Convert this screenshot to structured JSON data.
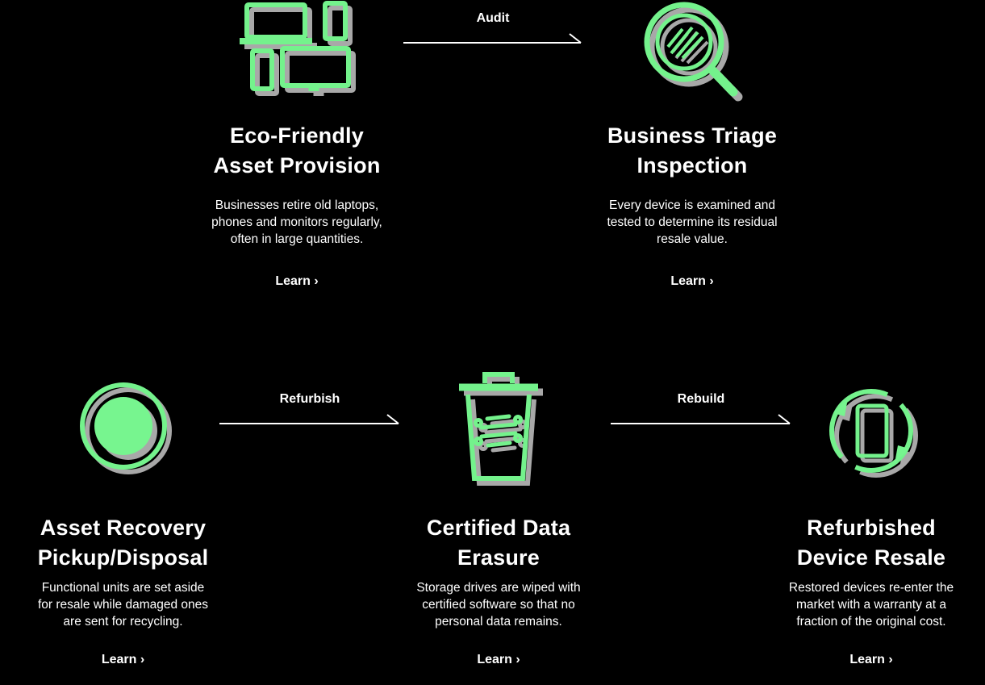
{
  "diagram": {
    "colors": {
      "background": "#000000",
      "icon_green": "#74F28C",
      "icon_fill_green": "#77F58F",
      "icon_shadow_gray": "#C6C6C6",
      "text": "#FFFFFF"
    },
    "nodes": [
      {
        "id": "asset-provision",
        "icon": "devices-icon",
        "title_line1": "Eco-Friendly",
        "title_line2": "Asset Provision",
        "body_line1": "Businesses retire old laptops,",
        "body_line2": "phones and monitors regularly,",
        "body_line3": "often in large quantities.",
        "link_label": "Learn ›"
      },
      {
        "id": "triage-inspection",
        "icon": "magnifier-icon",
        "title_line1": "Business Triage",
        "title_line2": "Inspection",
        "body_line1": "Every device is examined and",
        "body_line2": "tested to determine its residual",
        "body_line3": "resale value.",
        "link_label": "Learn ›"
      },
      {
        "id": "asset-recovery",
        "icon": "dot-icon",
        "title_line1": "Asset Recovery",
        "title_line2": "Pickup/Disposal",
        "body_line1": "Functional units are set aside",
        "body_line2": "for resale while damaged ones",
        "body_line3": "are sent for recycling.",
        "link_label": "Learn ›"
      },
      {
        "id": "data-erasure",
        "icon": "trash-icon",
        "title_line1": "Certified Data",
        "title_line2": "Erasure",
        "body_line1": "Storage drives are wiped with",
        "body_line2": "certified software so that no",
        "body_line3": "personal data remains.",
        "link_label": "Learn ›"
      },
      {
        "id": "device-resale",
        "icon": "recycle-phone-icon",
        "title_line1": "Refurbished",
        "title_line2": "Device Resale",
        "body_line1": "Restored devices re-enter the",
        "body_line2": "market with a warranty at a",
        "body_line3": "fraction of the original cost.",
        "link_label": "Learn ›"
      }
    ],
    "arrows": [
      {
        "label": "Audit"
      },
      {
        "label": "Refurbish"
      },
      {
        "label": "Rebuild"
      }
    ]
  }
}
